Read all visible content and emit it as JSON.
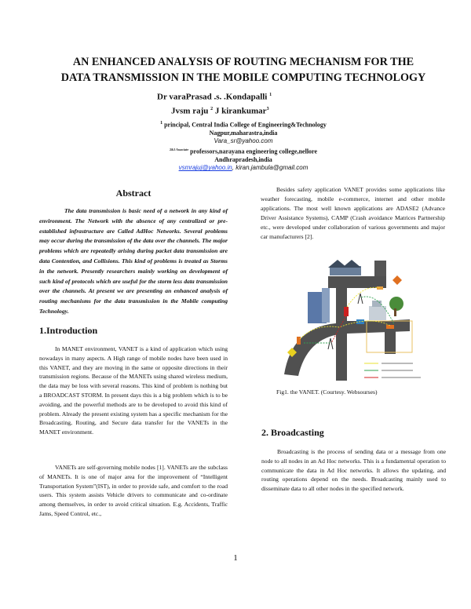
{
  "title": [
    "AN ENHANCED ANALYSIS OF ROUTING MECHANISM FOR THE",
    "DATA TRANSMISSION IN THE MOBILE COMPUTING TECHNOLOGY"
  ],
  "authors": {
    "line1": "Dr varaPrasad .s. .Kondapalli",
    "line1_sup": "1",
    "line2a": "Jvsm raju",
    "line2_sup": "2",
    "line2b": "J kirankumar",
    "line2_sup2": "3"
  },
  "affiliation": {
    "sup1": "1",
    "line1": "principal,  Central India College of Engineering&Technology",
    "line2": "Nagpur,maharastra,india",
    "email1": "Vara_sr@yahoo.com",
    "sup2": "2&3 Associate",
    "line3": "professors,narayana engineering college,nellore",
    "line4": "Andhrapradesh,india",
    "email2": "vsmrajuj@yahoo.in",
    "email3": ", kiran.jambula@gmail.com"
  },
  "abstract": {
    "heading": "Abstract",
    "text": "The data transmission is basic need of a network in any kind of environment. The Network with the absence of any centralized or pre-established infrastructure are Called AdHoc Networks. Several problems may occur during the transmission of the data over the channels. The major problems which are repeatedly arising during packet data transmission are data Contention, and Collisions.  This kind of problems is treated as Storms in the network.  Presently researchers mainly working on development of such kind of protocols which are useful for the storm less data transmission over the channels.  At present we are presenting an enhanced analysis of routing mechanisms for the data transmission in the Mobile computing Technology."
  },
  "intro": {
    "heading": "1.Introduction",
    "p1": "In MANET environment, VANET is a kind of application which using nowadays in many aspects. A High range of mobile nodes have been used in this VANET, and they are moving in the same or opposite directions in their transmission regions. Because of the MANETs using shared wireless medium, the data may be loss with several reasons. This kind of problem is nothing but a BROADCAST STORM.  In present days this is a big problem which is to be avoiding, and the powerful methods are to be developed to avoid this kind of problem.  Already the present existing system has a specific mechanism for the Broadcasting, Routing, and Secure data transfer for the VANETs in the MANET environment.",
    "p2": "VANETs are self-governing mobile nodes [1].  VANETs are the subclass of MANETs.  It is one of major area for the improvement of “Intelligent Transportation System”(IST), in order to provide safe,  and comfort  to the road users.  This system assists Vehicle drivers to communicate and co-ordinate among themselves, in order to avoid critical situation. E.g. Accidents, Traffic Jams, Speed Control, etc.,",
    "p3": "Besides safety application VANET provides some applications like weather forecasting, mobile e-commerce, internet and other mobile applications. The most well known applications are ADASE2 (Advance Driver Assistance Systems), CAMP (Crash avoidance Matrices Partnership etc., were developed under collaboration of various governments and major car manufacturers [2]."
  },
  "figure": {
    "caption": "Fig1. the VANET.  (Courtesy. Websourses)"
  },
  "broadcasting": {
    "heading": "2. Broadcasting",
    "p1": "Broadcasting is the process of sending data or a message from one node to all nodes in an Ad Hoc networks.  This is a fundamental operation to communicate the data in Ad Hoc networks.  It allows the updating, and routing operations depend on the needs.  Broadcasting mainly used to disseminate data to all other nodes in the specified network."
  },
  "page_number": "1"
}
